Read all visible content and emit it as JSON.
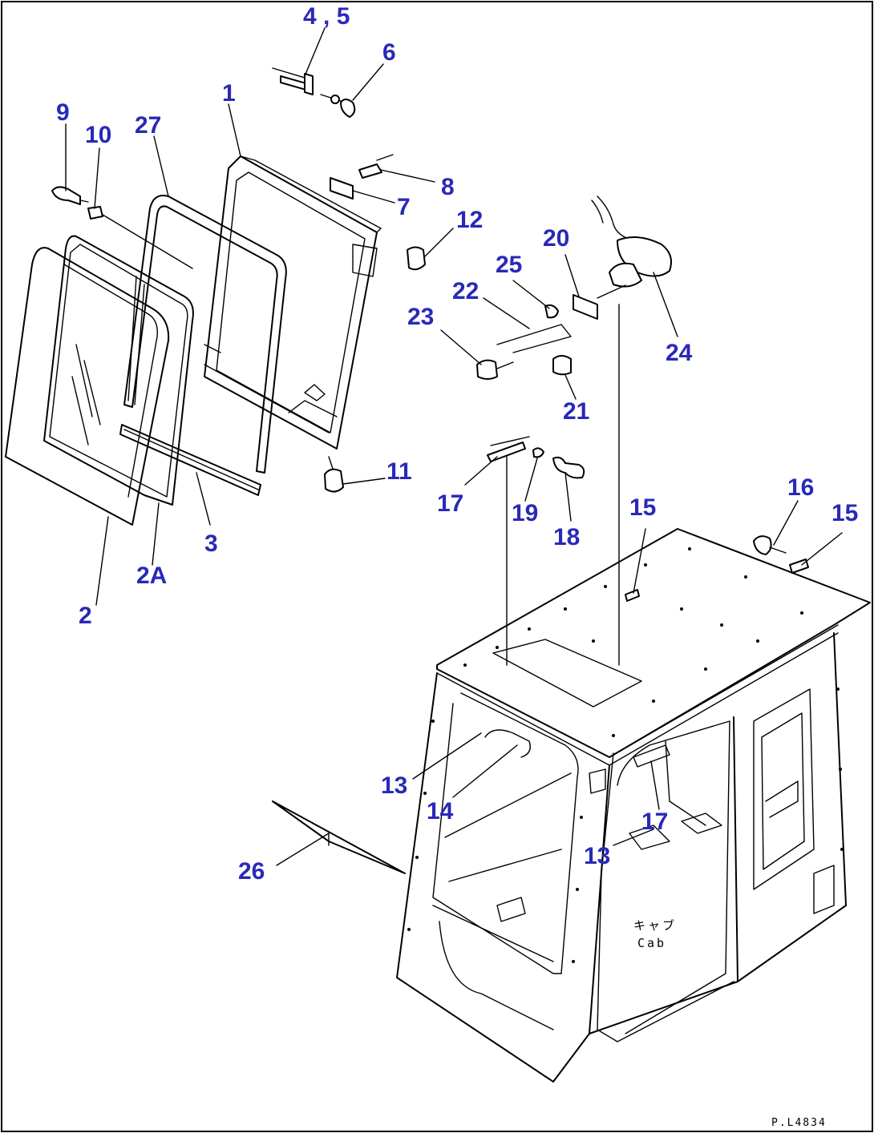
{
  "callouts": {
    "c45": "4 , 5",
    "c6": "6",
    "c1": "1",
    "c27": "27",
    "c9": "9",
    "c10": "10",
    "c8": "8",
    "c7": "7",
    "c12": "12",
    "c20": "20",
    "c25": "25",
    "c22": "22",
    "c23": "23",
    "c24": "24",
    "c21": "21",
    "c11": "11",
    "c3": "3",
    "c2A": "2A",
    "c2": "2",
    "c17a": "17",
    "c19": "19",
    "c18": "18",
    "c15a": "15",
    "c16": "16",
    "c15b": "15",
    "c13a": "13",
    "c14": "14",
    "c17b": "17",
    "c13b": "13",
    "c26": "26"
  },
  "cab_label_jp": "キャブ",
  "cab_label_en": "Cab",
  "drawing_ref": "P.L4834",
  "colors": {
    "callout": "#2929b8",
    "line": "#000000",
    "background": "#ffffff"
  }
}
